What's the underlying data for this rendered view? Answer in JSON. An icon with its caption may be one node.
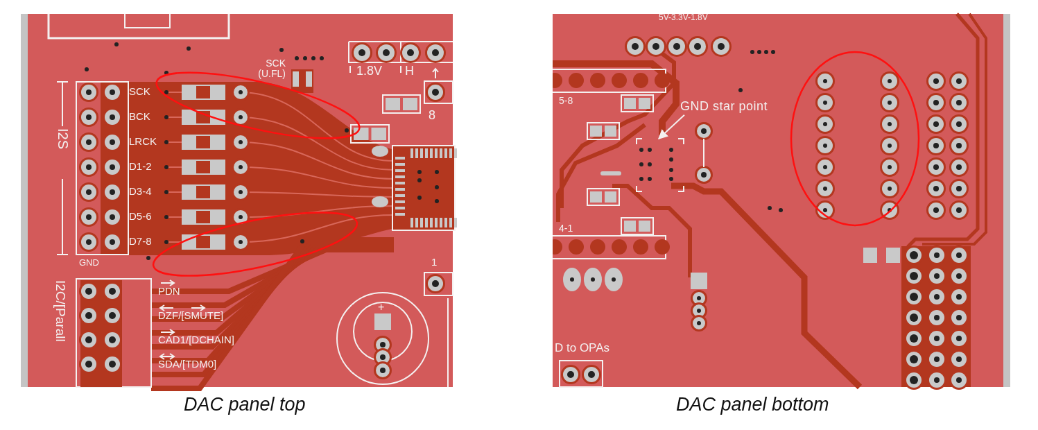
{
  "diagram": {
    "nodes": [
      {
        "text": [
          "GND star point"
        ]
      },
      {
        "text": [],
        "shape": "box"
      }
    ],
    "edges": [
      {
        "from": 0,
        "to": 1,
        "arrow": "to"
      }
    ],
    "labels": [
      "SCK",
      "BCK",
      "LRCK",
      "D1-2",
      "D3-4",
      "D5-6",
      "D7-8",
      "I2S",
      "GND",
      "I2C/[Parall",
      "PDN",
      "DZF/[SMUTE]",
      "CAD1/[DCHAIN]",
      "SDA/[TDM0]",
      "SCK (U.FL)",
      "1.8V",
      "H",
      "8",
      "1",
      "+",
      "DAC panel top",
      "5V-3.3V-1.8V",
      "5-8",
      "4-1",
      "D to OPAs",
      "DAC panel bottom"
    ]
  }
}
